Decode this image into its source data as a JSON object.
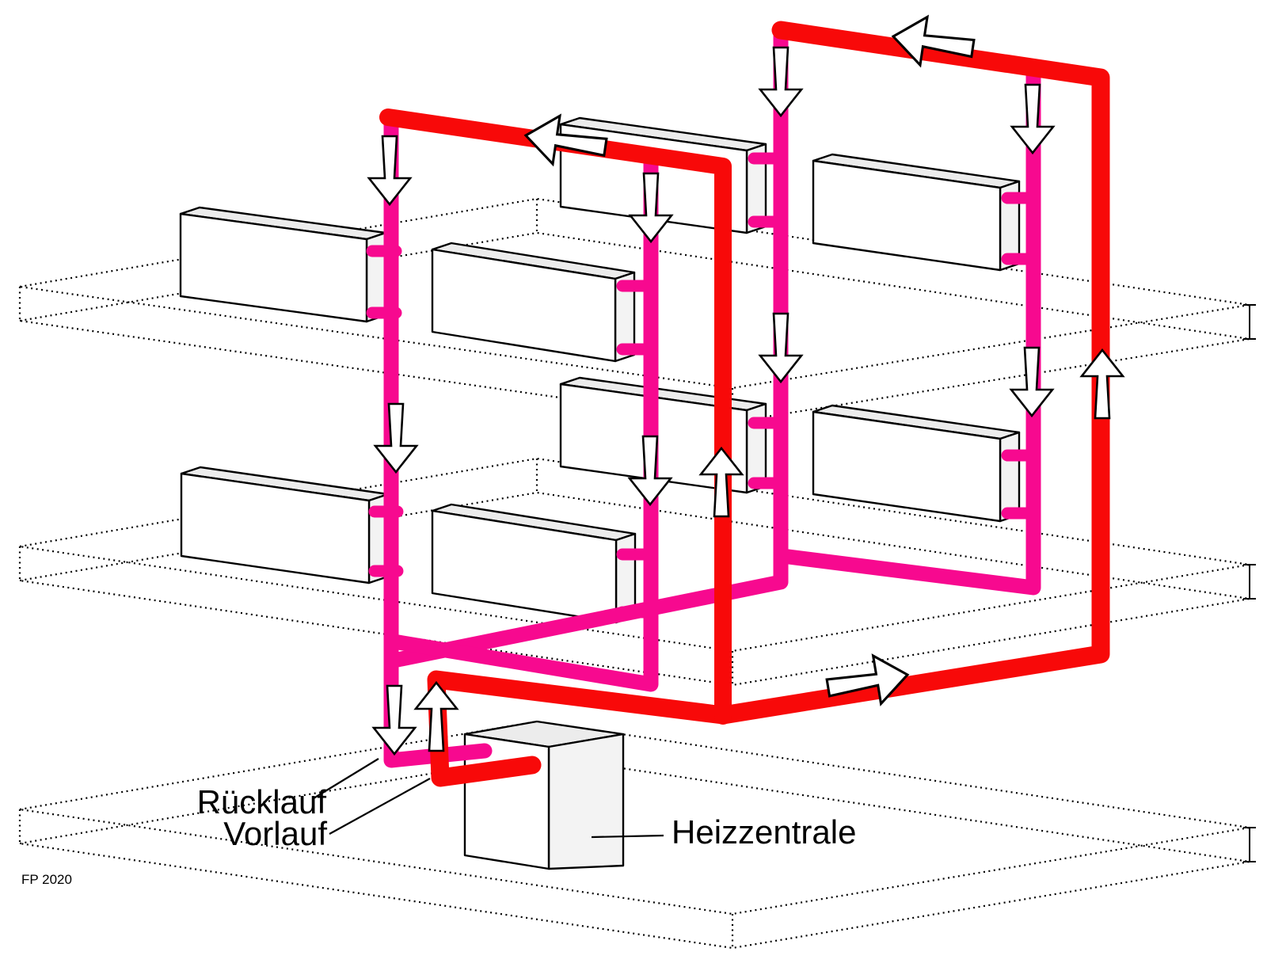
{
  "labels": {
    "ruecklauf": "Rücklauf",
    "vorlauf": "Vorlauf",
    "heizzentrale": "Heizzentrale",
    "credit": "FP 2020"
  },
  "colors": {
    "supply": "#f80909",
    "return": "#f7098f",
    "line": "#000000",
    "face_light": "#ffffff",
    "face_shade": "#ececec",
    "face_side": "#f3f3f3",
    "bg": "#ffffff"
  },
  "diagram": {
    "type": "heating-system-schematic",
    "floors": 3,
    "radiators": 8,
    "supply_risers": 2,
    "return_drop_pipes": 4,
    "heating_plant_units": 1,
    "flow_arrow_count": 15,
    "supply_label": "Vorlauf",
    "return_label": "Rücklauf",
    "plant_label": "Heizzentrale"
  }
}
